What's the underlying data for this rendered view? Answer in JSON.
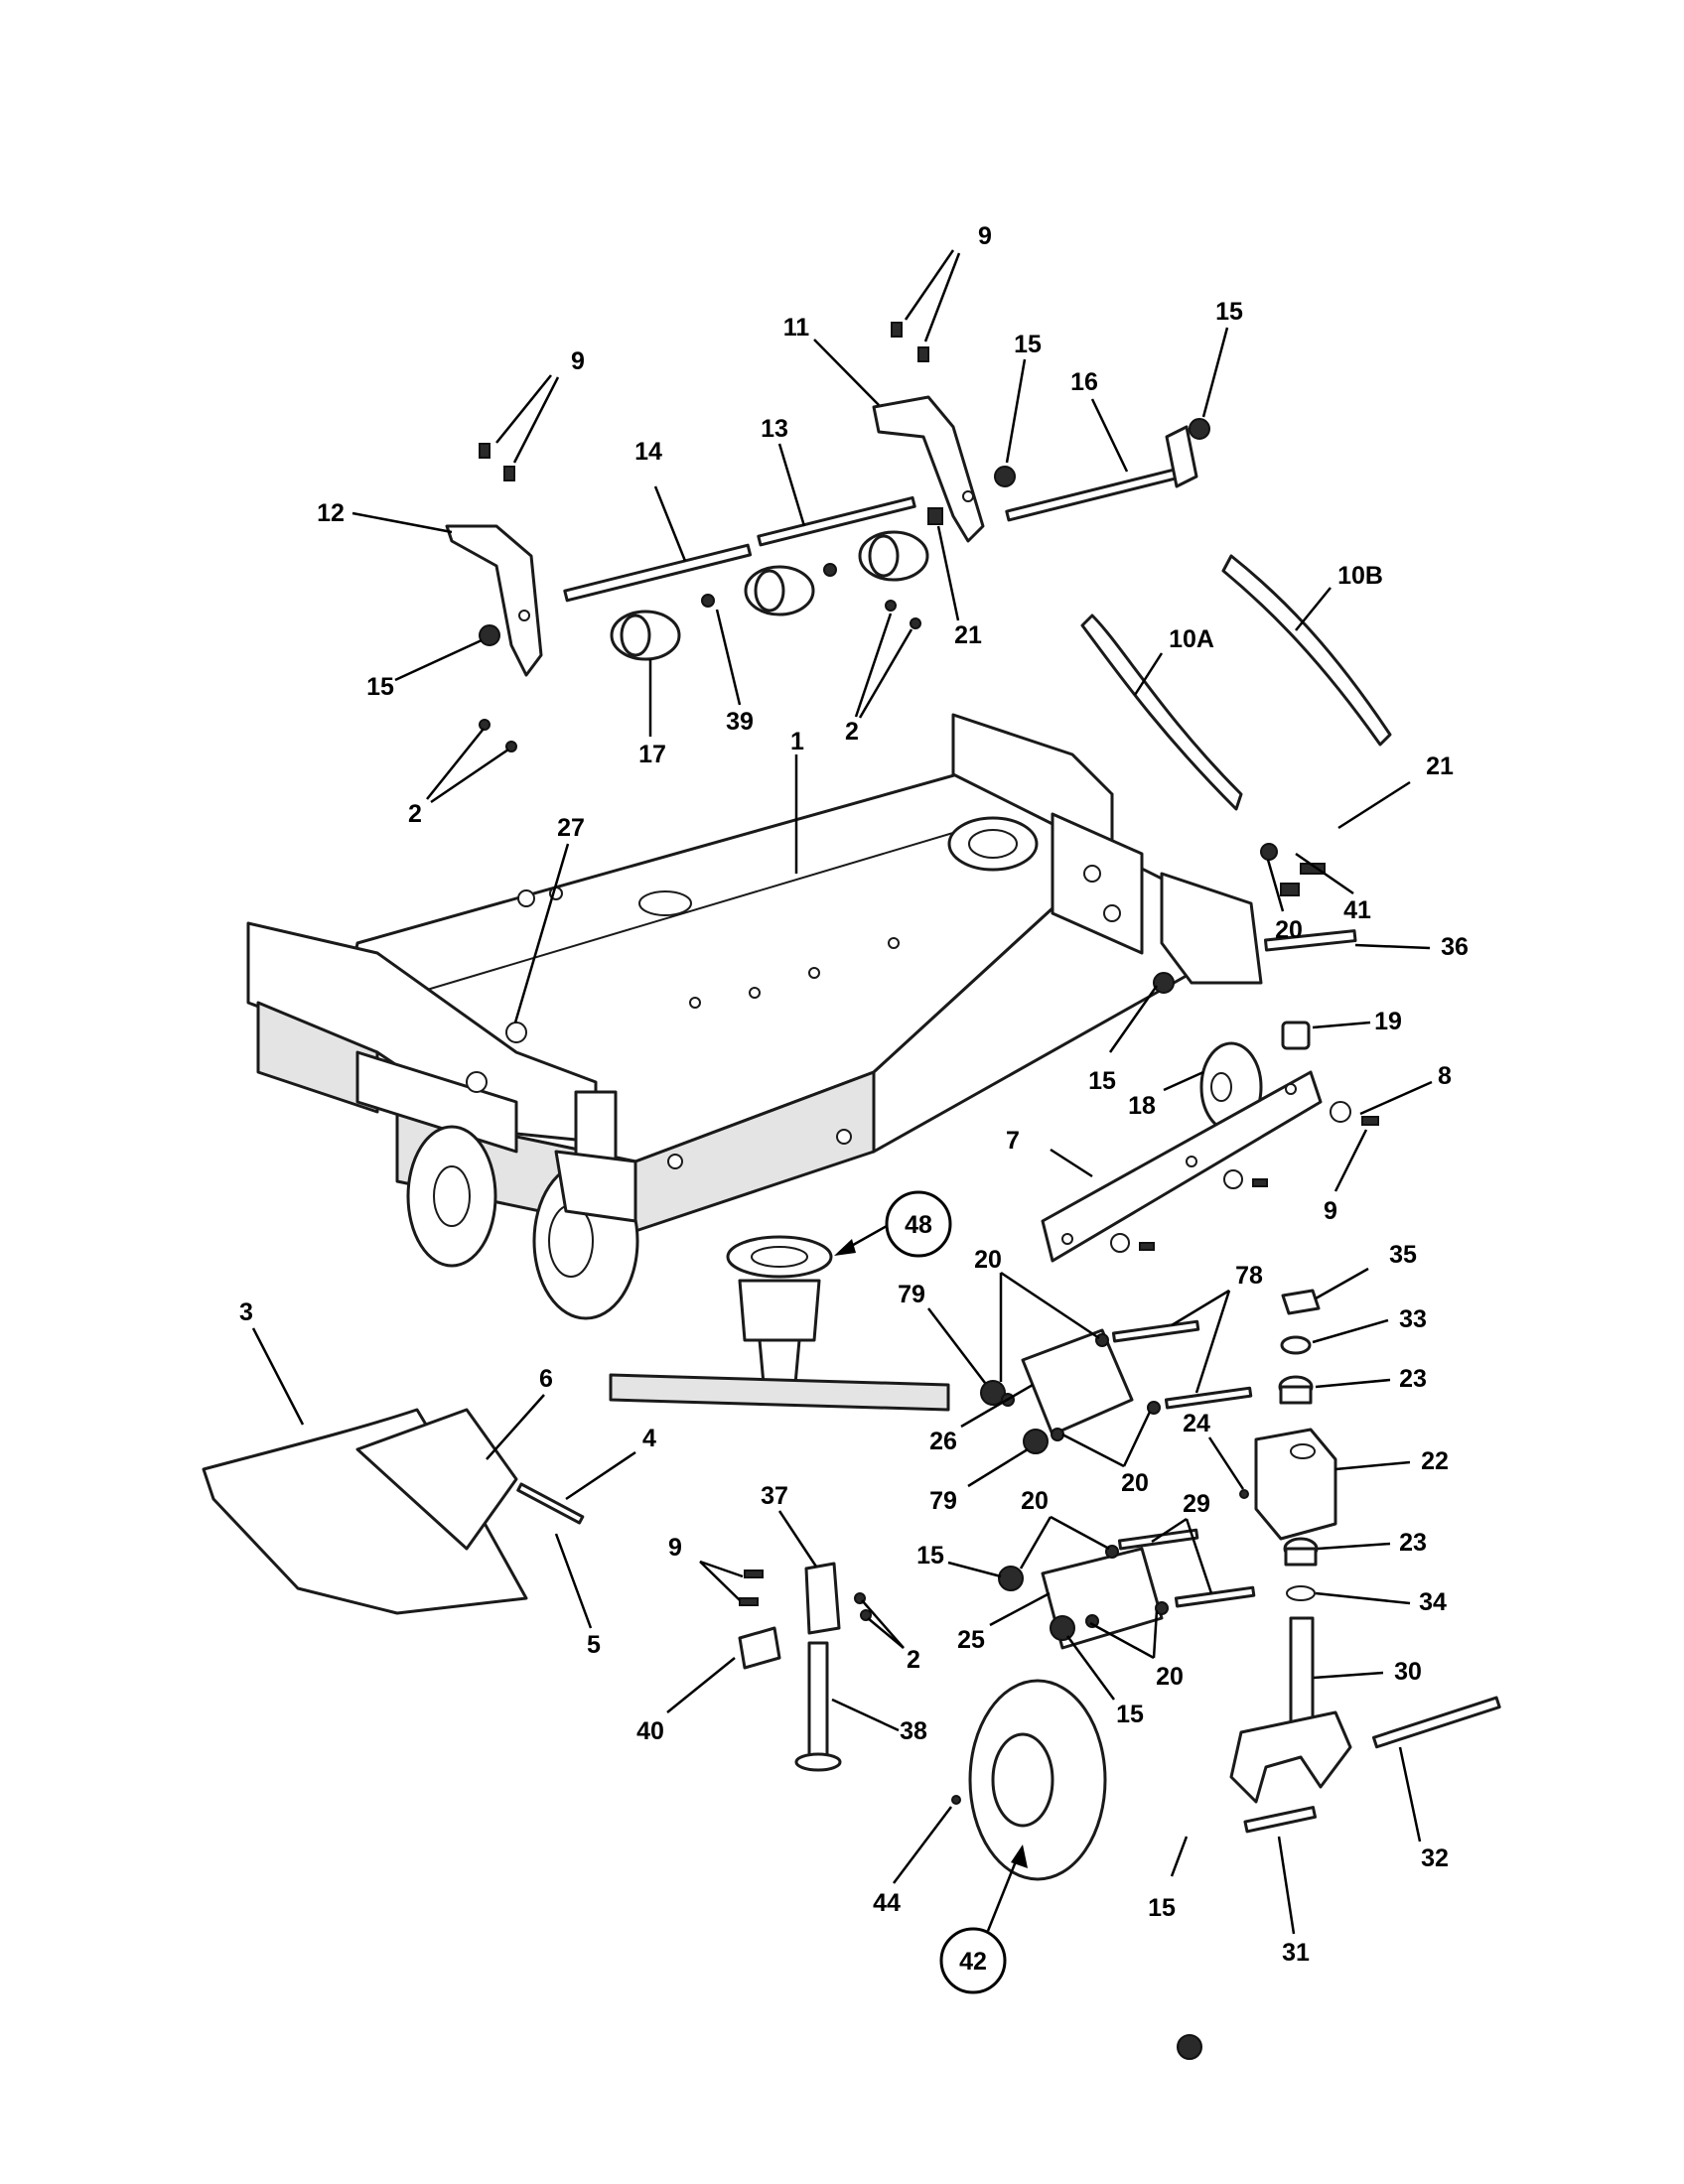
{
  "callouts": [
    {
      "id": "1",
      "label": "1"
    },
    {
      "id": "2a",
      "label": "2"
    },
    {
      "id": "2b",
      "label": "2"
    },
    {
      "id": "2c",
      "label": "2"
    },
    {
      "id": "3",
      "label": "3"
    },
    {
      "id": "4",
      "label": "4"
    },
    {
      "id": "5",
      "label": "5"
    },
    {
      "id": "6",
      "label": "6"
    },
    {
      "id": "7",
      "label": "7"
    },
    {
      "id": "8",
      "label": "8"
    },
    {
      "id": "9a",
      "label": "9"
    },
    {
      "id": "9b",
      "label": "9"
    },
    {
      "id": "9c",
      "label": "9"
    },
    {
      "id": "9d",
      "label": "9"
    },
    {
      "id": "10A",
      "label": "10A"
    },
    {
      "id": "10B",
      "label": "10B"
    },
    {
      "id": "11",
      "label": "11"
    },
    {
      "id": "12",
      "label": "12"
    },
    {
      "id": "13",
      "label": "13"
    },
    {
      "id": "14",
      "label": "14"
    },
    {
      "id": "15a",
      "label": "15"
    },
    {
      "id": "15b",
      "label": "15"
    },
    {
      "id": "15c",
      "label": "15"
    },
    {
      "id": "15d",
      "label": "15"
    },
    {
      "id": "15e",
      "label": "15"
    },
    {
      "id": "15f",
      "label": "15"
    },
    {
      "id": "15g",
      "label": "15"
    },
    {
      "id": "16",
      "label": "16"
    },
    {
      "id": "17",
      "label": "17"
    },
    {
      "id": "18",
      "label": "18"
    },
    {
      "id": "19",
      "label": "19"
    },
    {
      "id": "20a",
      "label": "20"
    },
    {
      "id": "20b",
      "label": "20"
    },
    {
      "id": "20c",
      "label": "20"
    },
    {
      "id": "20d",
      "label": "20"
    },
    {
      "id": "20e",
      "label": "20"
    },
    {
      "id": "21a",
      "label": "21"
    },
    {
      "id": "21b",
      "label": "21"
    },
    {
      "id": "22",
      "label": "22"
    },
    {
      "id": "23a",
      "label": "23"
    },
    {
      "id": "23b",
      "label": "23"
    },
    {
      "id": "24",
      "label": "24"
    },
    {
      "id": "25",
      "label": "25"
    },
    {
      "id": "26",
      "label": "26"
    },
    {
      "id": "27",
      "label": "27"
    },
    {
      "id": "29",
      "label": "29"
    },
    {
      "id": "30",
      "label": "30"
    },
    {
      "id": "31",
      "label": "31"
    },
    {
      "id": "32",
      "label": "32"
    },
    {
      "id": "33",
      "label": "33"
    },
    {
      "id": "34",
      "label": "34"
    },
    {
      "id": "35",
      "label": "35"
    },
    {
      "id": "36",
      "label": "36"
    },
    {
      "id": "37",
      "label": "37"
    },
    {
      "id": "38",
      "label": "38"
    },
    {
      "id": "39",
      "label": "39"
    },
    {
      "id": "40",
      "label": "40"
    },
    {
      "id": "41",
      "label": "41"
    },
    {
      "id": "42",
      "label": "42",
      "circled": true
    },
    {
      "id": "44",
      "label": "44"
    },
    {
      "id": "48",
      "label": "48",
      "circled": true
    },
    {
      "id": "78",
      "label": "78"
    },
    {
      "id": "79a",
      "label": "79"
    },
    {
      "id": "79b",
      "label": "79"
    }
  ]
}
